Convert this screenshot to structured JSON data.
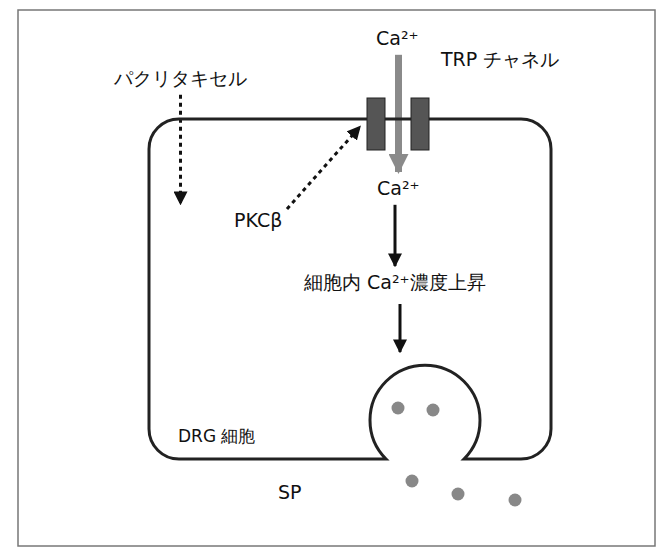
{
  "diagram": {
    "nodes": [
      {
        "text": [
          "DRG 細胞"
        ]
      },
      {
        "text": [
          "パクリタキセル"
        ]
      },
      {
        "text": [
          "PKCβ"
        ],
        "in": 0
      },
      {
        "text": [
          "TRP チャネル"
        ]
      },
      {
        "text": [
          "Ca²⁺"
        ]
      },
      {
        "text": [
          "Ca²⁺"
        ],
        "in": 0
      },
      {
        "text": [
          "細胞内 Ca²⁺濃度上昇"
        ],
        "in": 0
      }
    ],
    "edges": [
      {
        "from": 1,
        "to": 2,
        "arrow": "to"
      },
      {
        "from": 2,
        "to": 3,
        "arrow": "to"
      },
      {
        "from": 4,
        "to": 5,
        "arrow": "to"
      },
      {
        "from": 5,
        "to": 6,
        "arrow": "to"
      }
    ],
    "labels": [
      "SP"
    ]
  }
}
